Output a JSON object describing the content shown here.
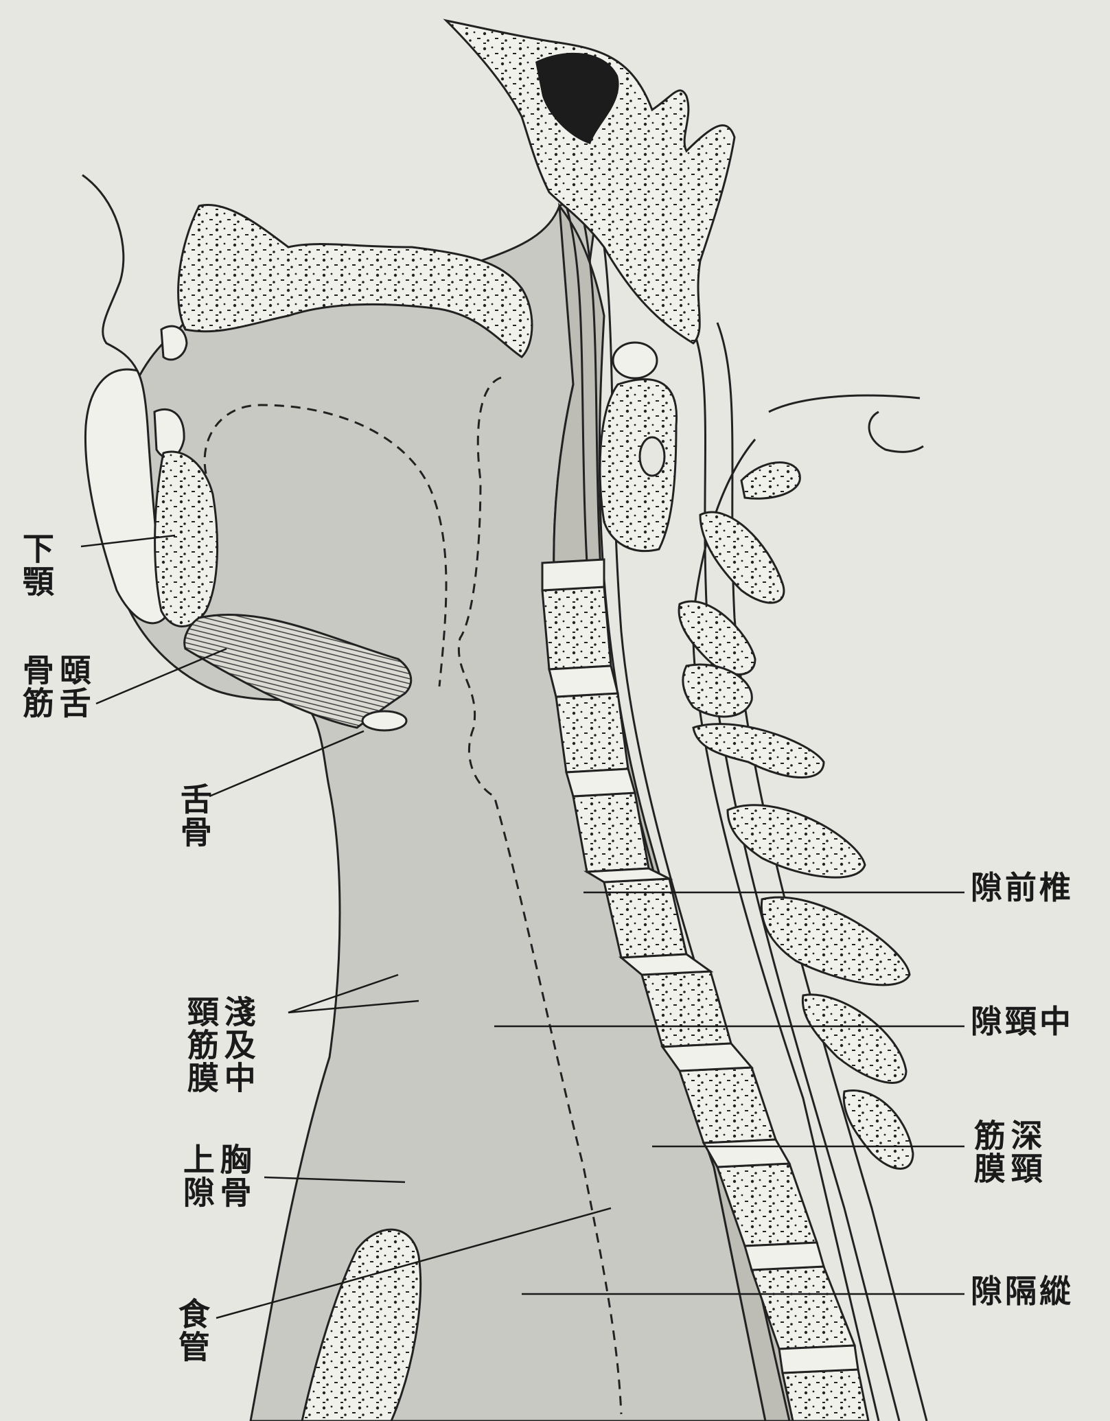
{
  "labels": {
    "mandible": {
      "col1": "下顎"
    },
    "geniohyoid": {
      "col1": "頤舌",
      "col2": "骨筋"
    },
    "hyoid": {
      "col1": "舌骨"
    },
    "prevertebral_space": {
      "text": "椎前隙"
    },
    "pretracheal_fascia": {
      "col1": "淺及中",
      "col2": "頸筋膜"
    },
    "middle_cervical_space": {
      "text": "中頸隙"
    },
    "deep_cervical_fascia": {
      "col1": "深頸",
      "col2": "筋膜"
    },
    "suprasternal_space": {
      "col1": "胸骨",
      "col2": "上隙"
    },
    "mediastinal_space": {
      "text": "縱隔隙"
    },
    "esophagus": {
      "col1": "食管"
    }
  },
  "colors": {
    "background": "#e7e7e1",
    "ink": "#1a1a1a",
    "soft_tissue": "#c9c9c3",
    "bone": "#f1f1ec"
  }
}
